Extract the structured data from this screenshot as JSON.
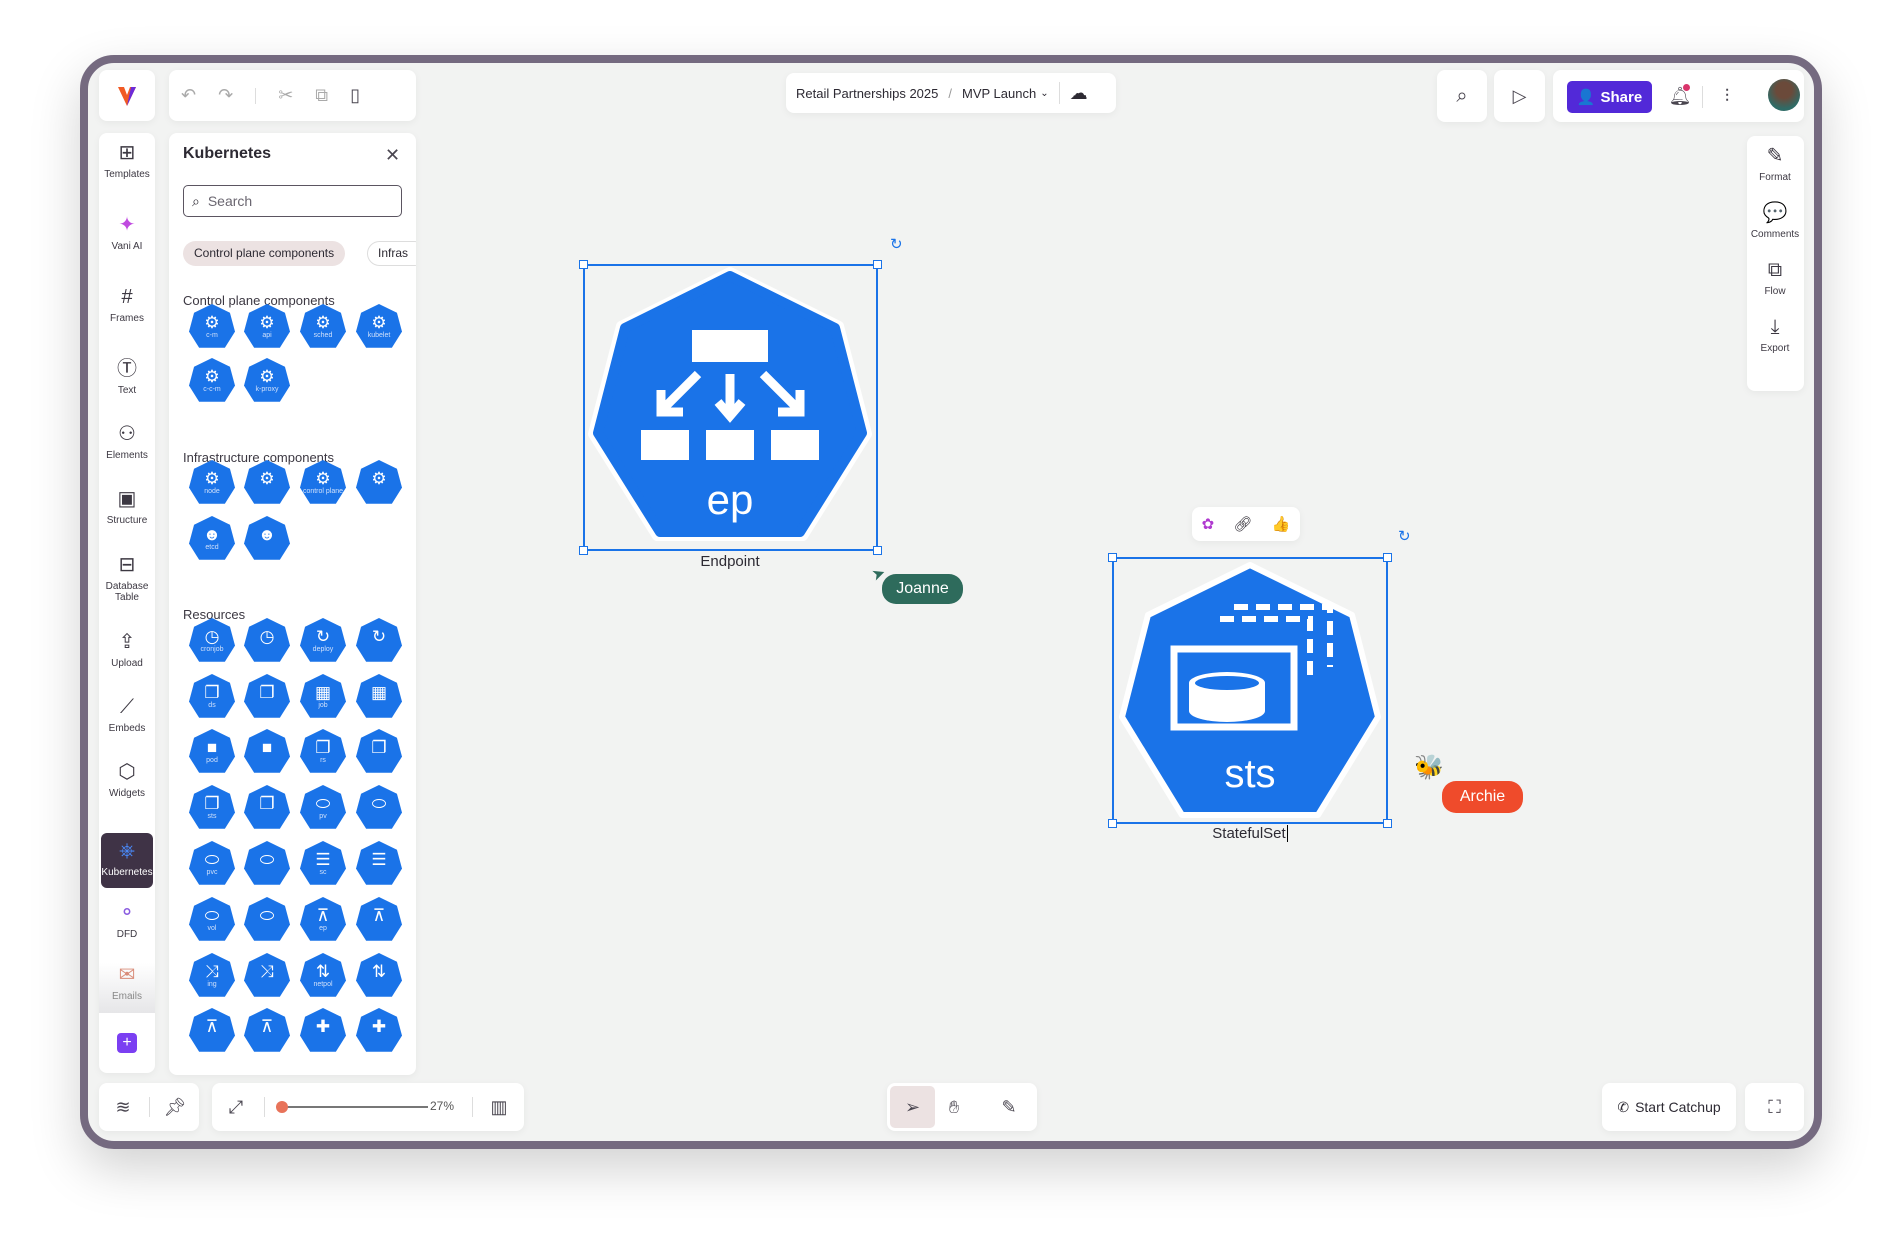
{
  "toolbar": {
    "undo": "↶",
    "redo": "↷",
    "cut": "✂",
    "copy": "⧉",
    "paste": "▯"
  },
  "breadcrumb": {
    "project": "Retail Partnerships 2025",
    "separator": "/",
    "page": "MVP Launch"
  },
  "header": {
    "share_label": "Share"
  },
  "sidebar": {
    "items": [
      {
        "label": "Templates",
        "icon": "⊞"
      },
      {
        "label": "Vani AI",
        "icon": "✦"
      },
      {
        "label": "Frames",
        "icon": "#"
      },
      {
        "label": "Text",
        "icon": "Ⓣ"
      },
      {
        "label": "Elements",
        "icon": "⚇"
      },
      {
        "label": "Structure",
        "icon": "▣"
      },
      {
        "label": "Database Table",
        "icon": "⊟"
      },
      {
        "label": "Upload",
        "icon": "⇪"
      },
      {
        "label": "Embeds",
        "icon": "⟋"
      },
      {
        "label": "Widgets",
        "icon": "⬡"
      },
      {
        "label": "Kubernetes",
        "icon": "⎈"
      },
      {
        "label": "DFD",
        "icon": "⚬"
      },
      {
        "label": "Emails",
        "icon": "✉"
      }
    ]
  },
  "panel": {
    "title": "Kubernetes",
    "search_placeholder": "Search",
    "chips": [
      "Control plane components",
      "Infras"
    ],
    "sections": [
      {
        "title": "Control plane components",
        "icons": [
          {
            "g": "⚙",
            "l": "c-m"
          },
          {
            "g": "⚙",
            "l": "api"
          },
          {
            "g": "⚙",
            "l": "sched"
          },
          {
            "g": "⚙",
            "l": "kubelet"
          },
          {
            "g": "⚙",
            "l": "c-c-m"
          },
          {
            "g": "⚙",
            "l": "k-proxy"
          }
        ]
      },
      {
        "title": "Infrastructure components",
        "icons": [
          {
            "g": "⚙",
            "l": "node"
          },
          {
            "g": "⚙",
            "l": ""
          },
          {
            "g": "⚙",
            "l": "control plane"
          },
          {
            "g": "⚙",
            "l": ""
          },
          {
            "g": "☻",
            "l": "etcd"
          },
          {
            "g": "☻",
            "l": ""
          }
        ]
      },
      {
        "title": "Resources",
        "icons": [
          {
            "g": "◷",
            "l": "cronjob"
          },
          {
            "g": "◷",
            "l": ""
          },
          {
            "g": "↻",
            "l": "deploy"
          },
          {
            "g": "↻",
            "l": ""
          },
          {
            "g": "❐",
            "l": "ds"
          },
          {
            "g": "❐",
            "l": ""
          },
          {
            "g": "▦",
            "l": "job"
          },
          {
            "g": "▦",
            "l": ""
          },
          {
            "g": "■",
            "l": "pod"
          },
          {
            "g": "■",
            "l": ""
          },
          {
            "g": "❐",
            "l": "rs"
          },
          {
            "g": "❐",
            "l": ""
          },
          {
            "g": "❐",
            "l": "sts"
          },
          {
            "g": "❐",
            "l": ""
          },
          {
            "g": "⬭",
            "l": "pv"
          },
          {
            "g": "⬭",
            "l": ""
          },
          {
            "g": "⬭",
            "l": "pvc"
          },
          {
            "g": "⬭",
            "l": ""
          },
          {
            "g": "☰",
            "l": "sc"
          },
          {
            "g": "☰",
            "l": ""
          },
          {
            "g": "⬭",
            "l": "vol"
          },
          {
            "g": "⬭",
            "l": ""
          },
          {
            "g": "⊼",
            "l": "ep"
          },
          {
            "g": "⊼",
            "l": ""
          },
          {
            "g": "⤨",
            "l": "ing"
          },
          {
            "g": "⤨",
            "l": ""
          },
          {
            "g": "⇅",
            "l": "netpol"
          },
          {
            "g": "⇅",
            "l": ""
          },
          {
            "g": "⊼",
            "l": ""
          },
          {
            "g": "⊼",
            "l": ""
          },
          {
            "g": "✚",
            "l": ""
          },
          {
            "g": "✚",
            "l": ""
          }
        ]
      }
    ]
  },
  "right_panel": [
    {
      "label": "Format",
      "icon": "✎"
    },
    {
      "label": "Comments",
      "icon": "💬"
    },
    {
      "label": "Flow",
      "icon": "⧉"
    },
    {
      "label": "Export",
      "icon": "⤓"
    }
  ],
  "canvas": {
    "shapes": [
      {
        "abbr": "ep",
        "label": "Endpoint"
      },
      {
        "abbr": "sts",
        "label": "StatefulSet"
      }
    ],
    "cursors": [
      {
        "name": "Joanne",
        "color": "#2e6b5c"
      },
      {
        "name": "Archie",
        "color": "#ef4b2b"
      }
    ]
  },
  "bottom": {
    "zoom": "27%",
    "zoom_fraction": 0.0,
    "catchup": "Start Catchup"
  },
  "colors": {
    "accent": "#5229d8",
    "k8s_blue": "#1a73e8",
    "selection": "#1a73e8"
  }
}
